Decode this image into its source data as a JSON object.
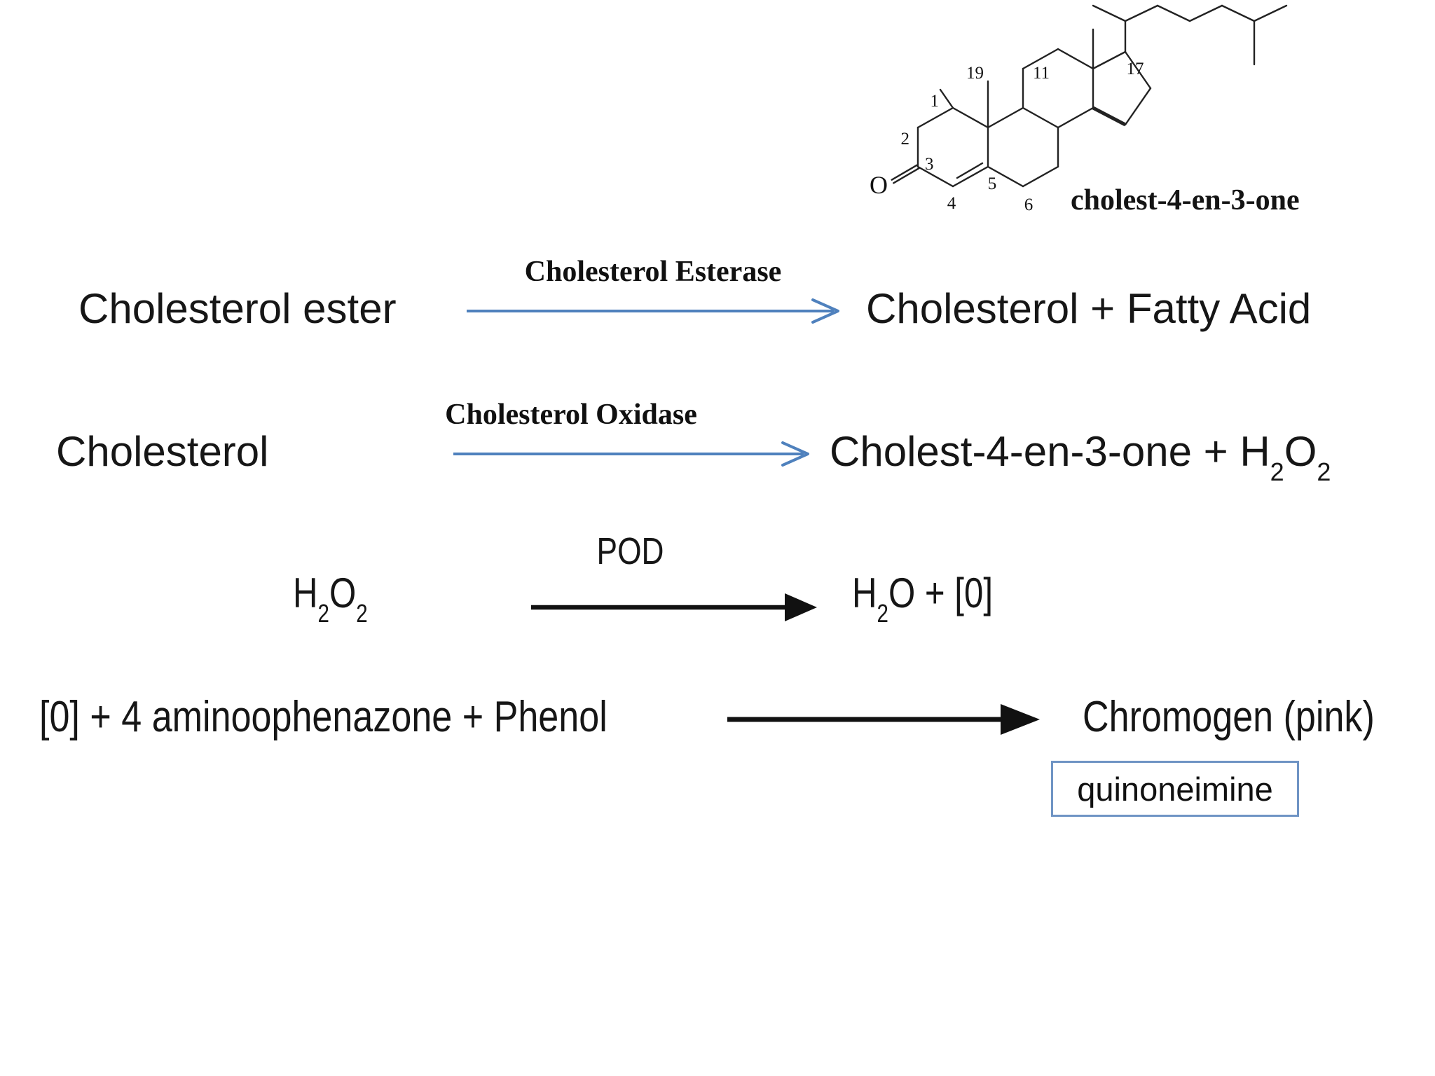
{
  "structure": {
    "name_label": "cholest-4-en-3-one",
    "oxygen_label": "O",
    "ring_numbers": {
      "n1": "1",
      "n2": "2",
      "n3": "3",
      "n4": "4",
      "n5": "5",
      "n6": "6",
      "n11": "11",
      "n17": "17",
      "n19": "19"
    }
  },
  "reaction1": {
    "reactant": "Cholesterol ester",
    "enzyme": "Cholesterol Esterase",
    "product": "Cholesterol + Fatty Acid"
  },
  "reaction2": {
    "reactant": "Cholesterol",
    "enzyme": "Cholesterol Oxidase",
    "product_base": "Cholest-4-en-3-one + H",
    "product_sub1": "2",
    "product_mid": "O",
    "product_sub2": "2"
  },
  "reaction3": {
    "reactant_base": "H",
    "reactant_sub1": "2",
    "reactant_mid": "O",
    "reactant_sub2": "2",
    "enzyme": "POD",
    "product_base": "H",
    "product_sub1": "2",
    "product_rest": "O + [0]"
  },
  "reaction4": {
    "reactants": "[0] + 4 aminoophenazone + Phenol",
    "product": "Chromogen (pink)",
    "product_note": "quinoneimine"
  },
  "colors": {
    "arrow_blue": "#4f81bd",
    "arrow_black": "#111111",
    "box_border": "#6f94c4",
    "text": "#161616"
  }
}
